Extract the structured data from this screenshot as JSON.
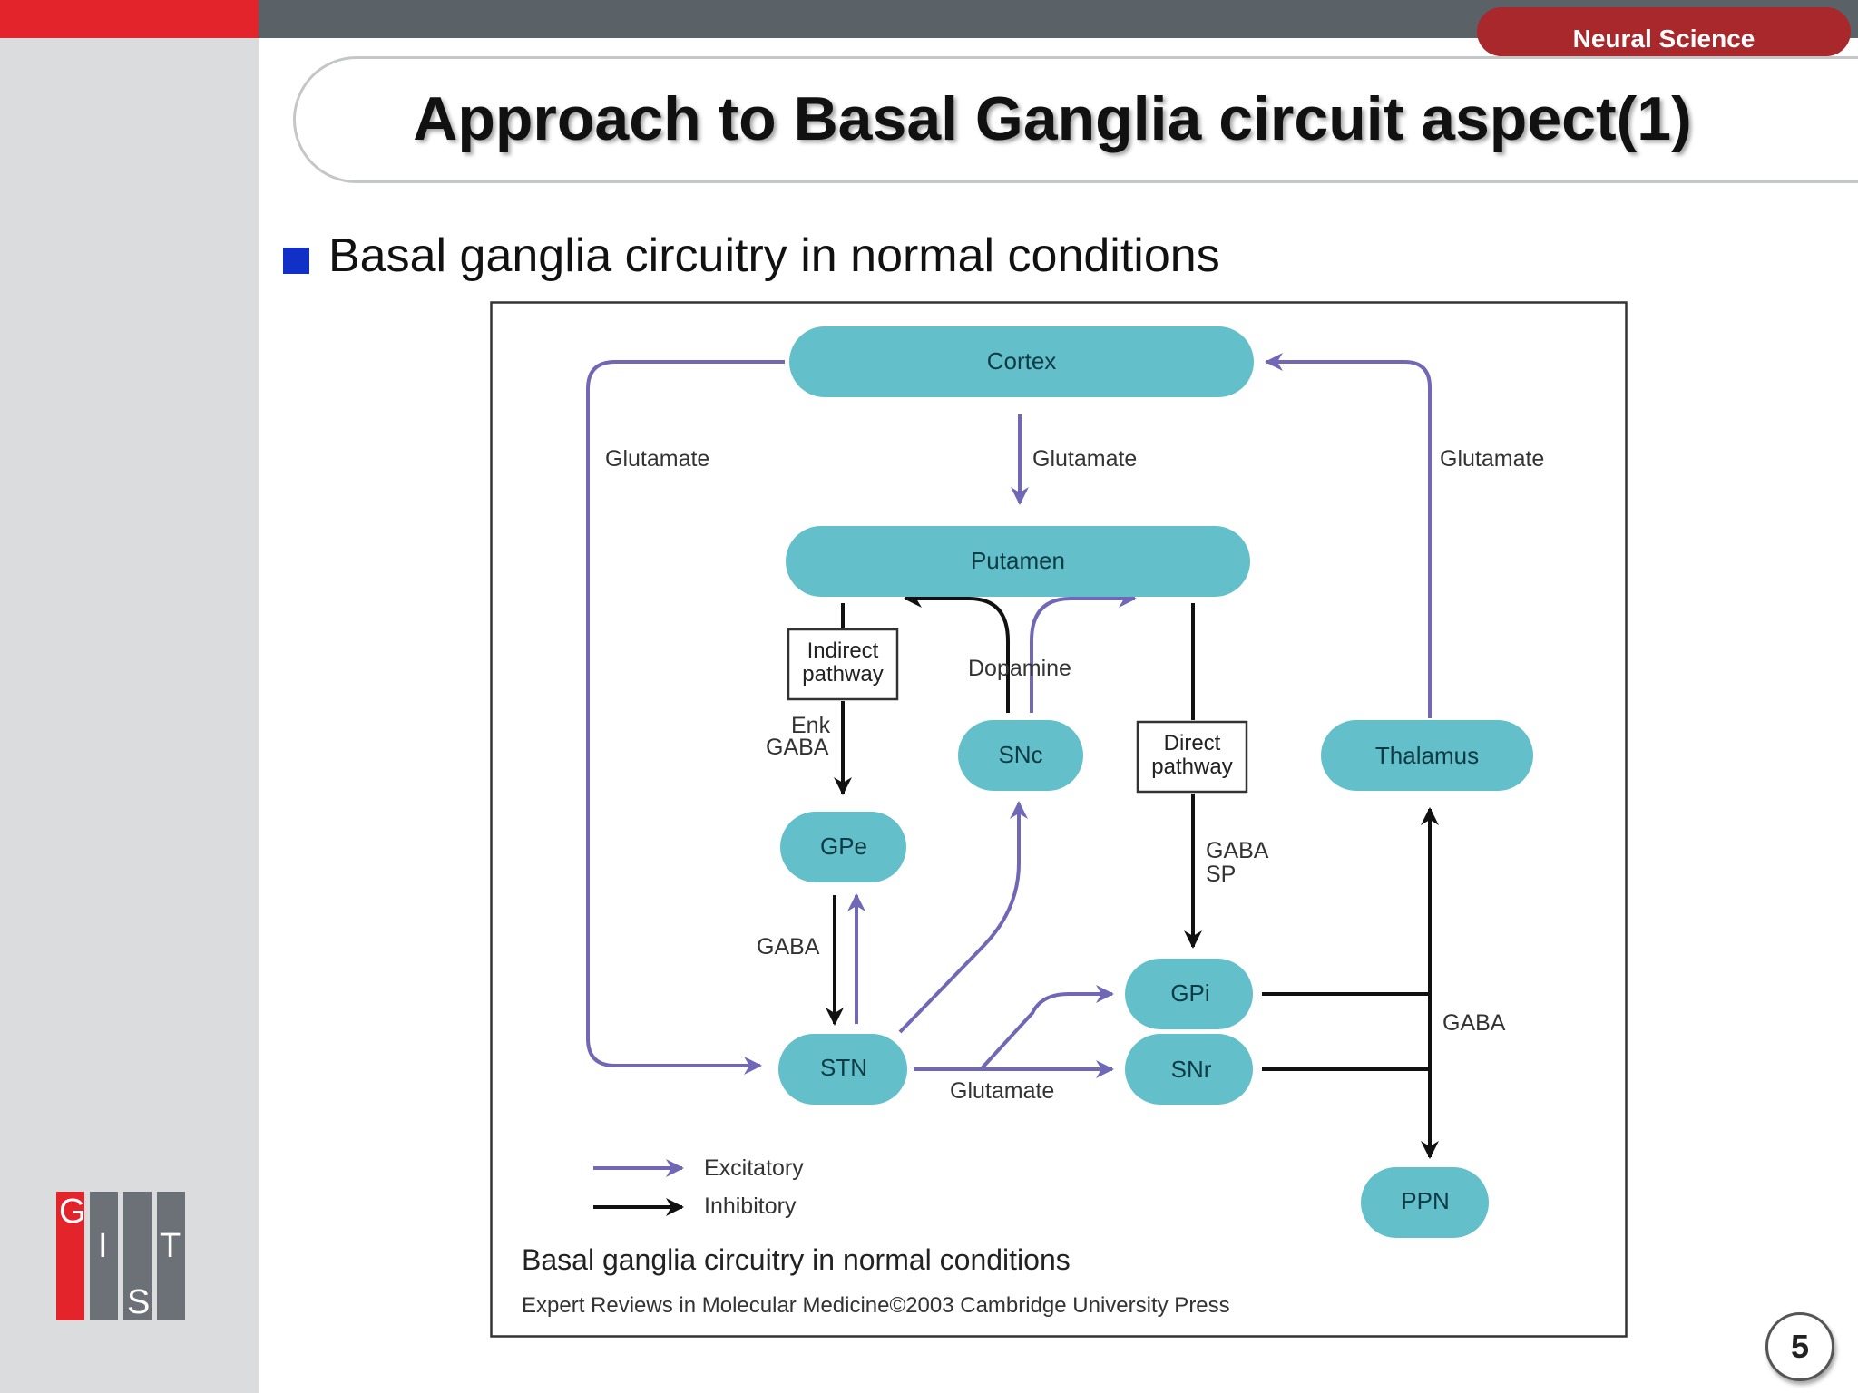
{
  "header": {
    "tag": "Neural Science"
  },
  "title": "Approach to Basal Ganglia circuit aspect(1)",
  "bullet": "Basal ganglia circuitry in normal conditions",
  "diagram": {
    "nodes": {
      "cortex": "Cortex",
      "putamen": "Putamen",
      "snc": "SNc",
      "thalamus": "Thalamus",
      "gpe": "GPe",
      "stn": "STN",
      "gpi": "GPi",
      "snr": "SNr",
      "ppn": "PPN"
    },
    "boxes": {
      "indirect_1": "Indirect",
      "indirect_2": "pathway",
      "direct_1": "Direct",
      "direct_2": "pathway"
    },
    "labels": {
      "glutamate_left": "Glutamate",
      "glutamate_center": "Glutamate",
      "glutamate_right": "Glutamate",
      "dopamine": "Dopamine",
      "enk": "Enk",
      "gaba_indirect": "GABA",
      "gaba_gpe_stn": "GABA",
      "gaba_direct": "GABA",
      "sp": "SP",
      "gaba_output": "GABA",
      "glutamate_stn": "Glutamate"
    },
    "legend": {
      "excitatory": "Excitatory",
      "inhibitory": "Inhibitory"
    },
    "caption": "Basal ganglia circuitry in normal conditions",
    "credit": "Expert Reviews in Molecular Medicine©2003 Cambridge University Press",
    "colors": {
      "node": "#63bfc9",
      "excitatory": "#7067b6",
      "inhibitory": "#111111"
    }
  },
  "logo": {
    "letters": [
      "G",
      "I",
      "S",
      "T"
    ]
  },
  "page_number": "5"
}
